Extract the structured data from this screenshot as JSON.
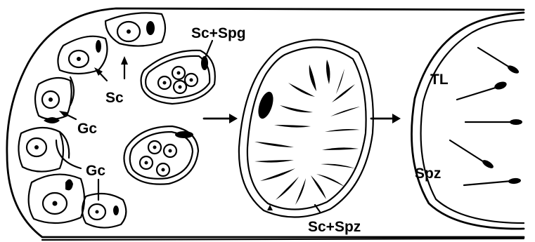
{
  "labels": {
    "sc_spg": "Sc+Spg",
    "sc": "Sc",
    "gc_upper": "Gc",
    "gc_lower": "Gc",
    "tl": "TL",
    "spz": "Spz",
    "sc_spz": "Sc+Spz"
  }
}
